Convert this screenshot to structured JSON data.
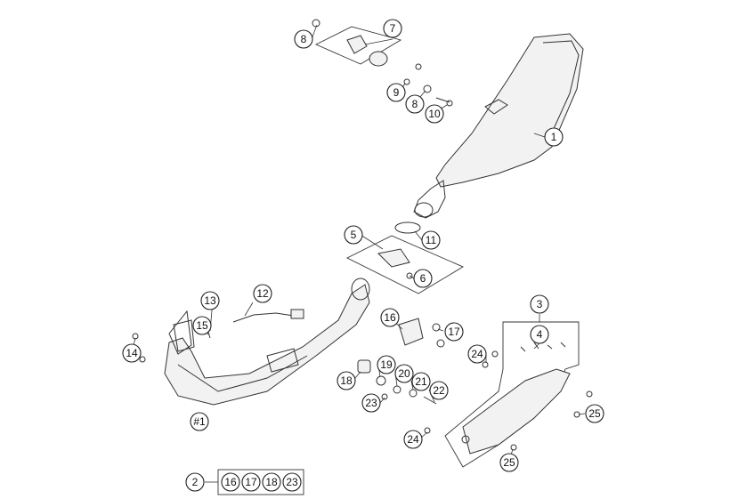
{
  "callouts": {
    "c1": "1",
    "c2": "2",
    "c3": "3",
    "c4": "4",
    "c5": "5",
    "c6": "6",
    "c7": "7",
    "c8a": "8",
    "c8b": "8",
    "c9": "9",
    "c10": "10",
    "c11": "11",
    "c12": "12",
    "c13": "13",
    "c14": "14",
    "c15": "15",
    "c16": "16",
    "c17": "17",
    "c18": "18",
    "c19": "19",
    "c20": "20",
    "c21": "21",
    "c22": "22",
    "c23": "23",
    "c24a": "24",
    "c24b": "24",
    "c25a": "25",
    "c25b": "25",
    "c_h1": "#1"
  },
  "kit_2": {
    "items": [
      "16",
      "17",
      "18",
      "23"
    ]
  }
}
